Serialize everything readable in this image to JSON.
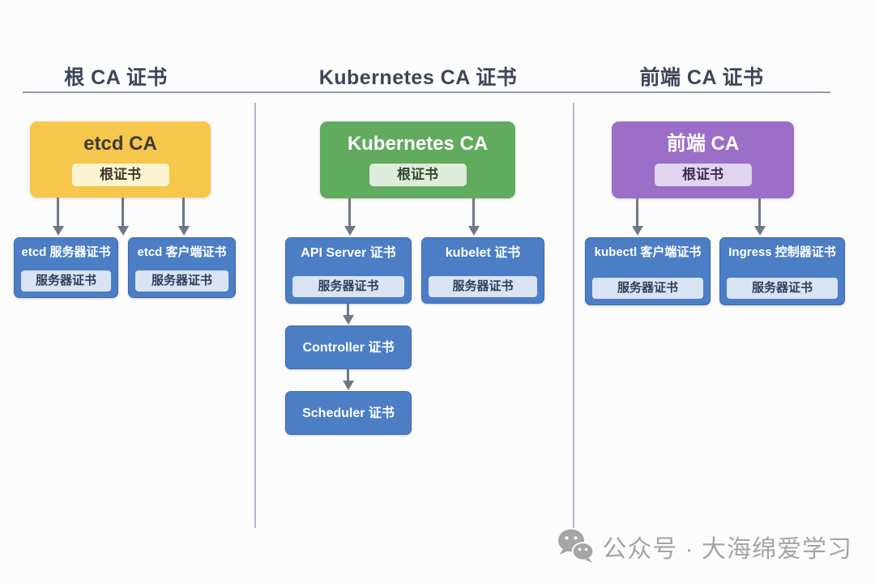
{
  "columns": [
    {
      "header": "根 CA 证书",
      "ca": {
        "title": "etcd CA",
        "badge": "根证书"
      },
      "children": [
        {
          "title": "etcd 服务器证书",
          "badge": "服务器证书"
        },
        {
          "title": "etcd 客户端证书",
          "badge": "服务器证书"
        }
      ]
    },
    {
      "header": "Kubernetes CA 证书",
      "ca": {
        "title": "Kubernetes CA",
        "badge": "根证书"
      },
      "children": [
        {
          "title": "API Server 证书",
          "badge": "服务器证书"
        },
        {
          "title": "kubelet 证书",
          "badge": "服务器证书"
        },
        {
          "title": "Controller 证书"
        },
        {
          "title": "Scheduler 证书"
        }
      ]
    },
    {
      "header": "前端 CA 证书",
      "ca": {
        "title": "前端 CA",
        "badge": "根证书"
      },
      "children": [
        {
          "title": "kubectl 客户端证书",
          "badge": "服务器证书"
        },
        {
          "title": "Ingress 控制器证书",
          "badge": "服务器证书"
        }
      ]
    }
  ],
  "watermark": {
    "text": "公众号 · 大海绵爱学习",
    "icon": "wechat-icon"
  },
  "colors": {
    "etcd_ca": "#F6C64D",
    "kubernetes_ca": "#60AB5D",
    "frontend_ca": "#9B6EC8",
    "leaf_cert": "#4C7EC5",
    "leaf_badge_bg": "#D9E3F2",
    "arrow": "#6E7987",
    "header_text": "#3C4657",
    "divider": "#AEB8CA",
    "watermark_text": "#A5A5A8"
  }
}
